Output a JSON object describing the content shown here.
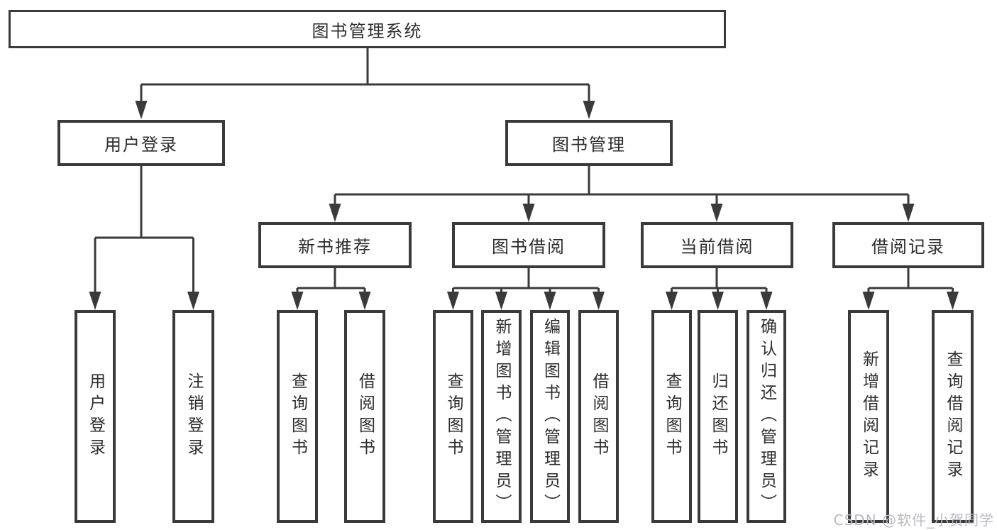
{
  "colors": {
    "line": "#3a3a3a",
    "text": "#2d2d2d",
    "background": "#ffffff",
    "watermark": "#b9b9c1"
  },
  "nodes": {
    "root": "图书管理系统",
    "user_login": "用户登录",
    "book_management": "图书管理",
    "new_book_recommendation": "新书推荐",
    "book_borrowing": "图书借阅",
    "current_borrowing": "当前借阅",
    "borrowing_records": "借阅记录",
    "leaf_user_login": "用户登录",
    "leaf_logout": "注销登录",
    "recommend_query_books": "查询图书",
    "recommend_borrow_books": "借阅图书",
    "borrowing_query_books": "查询图书",
    "borrowing_add_books": "新增图书（管理员）",
    "borrowing_edit_books": "编辑图书（管理员）",
    "borrowing_borrow_books": "借阅图书",
    "current_query_books": "查询图书",
    "current_return_books": "归还图书",
    "current_confirm_return": "确认归还（管理员）",
    "records_add_record": "新增借阅记录",
    "records_query_record": "查询借阅记录"
  },
  "watermark": "CSDN @软件_小贺同学"
}
